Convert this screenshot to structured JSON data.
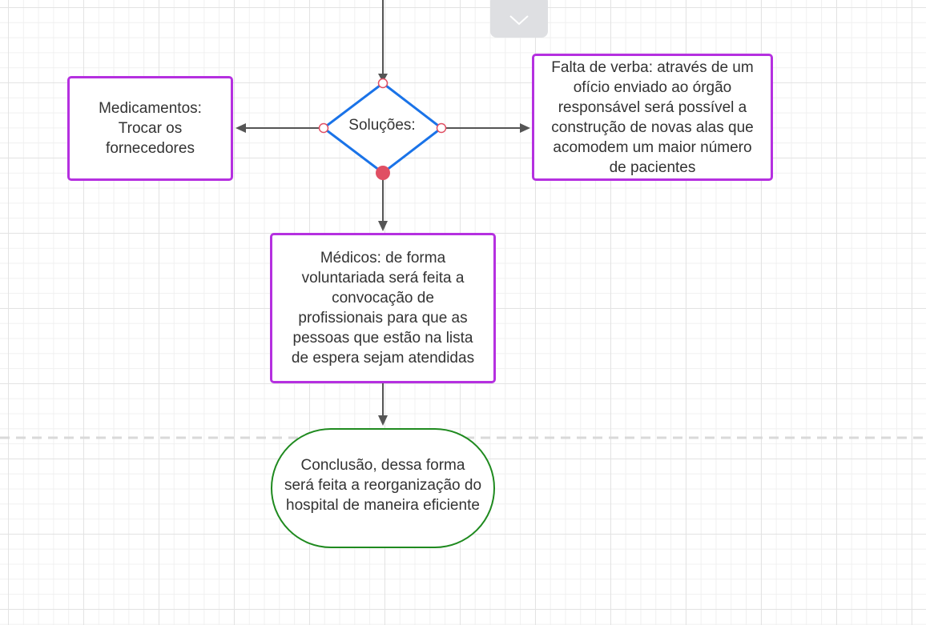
{
  "diagram": {
    "nodes": {
      "medicamentos": [
        "Medicamentos:",
        "Trocar os",
        "fornecedores"
      ],
      "decision": "Soluções:",
      "verba": [
        "Falta de verba: através de um",
        "ofício enviado ao órgão",
        "responsável será possível a",
        "construção de novas alas que",
        "acomodem um maior número",
        "de pacientes"
      ],
      "medicos": [
        "Médicos: de forma",
        "voluntariada será feita a",
        "convocação de",
        "profissionais para que as",
        "pessoas que estão na lista",
        "de espera sejam atendidas"
      ],
      "conclusao": [
        "Conclusão, dessa forma",
        "será feita a reorganização do",
        "hospital de maneira eficiente"
      ]
    },
    "colors": {
      "process_border": "#b530e0",
      "decision_border": "#1a73e8",
      "terminal_border": "#1f8a1f",
      "connector": "#555555",
      "anchor_selected": "#e04f63",
      "swimlane_divider": "#d9d9d9"
    }
  },
  "ui": {
    "collapse_icon": "chevron-down-icon"
  }
}
